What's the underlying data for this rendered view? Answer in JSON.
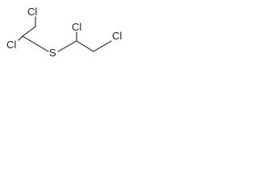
{
  "molecule": {
    "atoms": {
      "cl_top_left": "Cl",
      "cl_mid_left": "Cl",
      "sulfur": "S",
      "cl_top_right": "Cl",
      "cl_bottom_right": "Cl"
    }
  }
}
